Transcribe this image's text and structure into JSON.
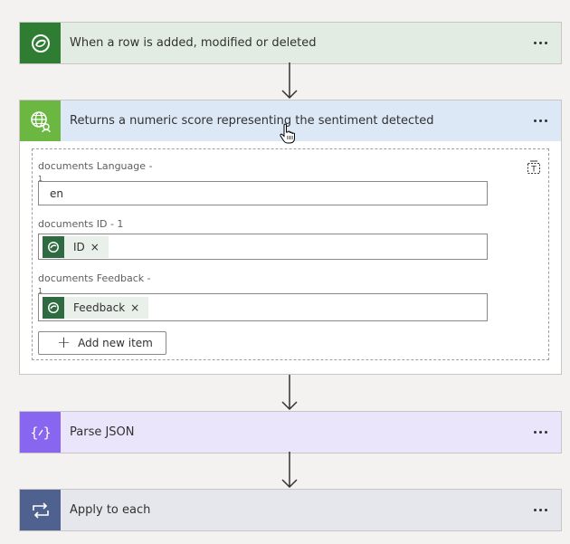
{
  "steps": {
    "trigger": {
      "title": "When a row is added, modified or deleted",
      "icon": "dataverse-icon"
    },
    "sentiment": {
      "title": "Returns a numeric score representing the sentiment detected",
      "icon": "language-globe-icon",
      "fields": {
        "language": {
          "label": "documents Language -",
          "sub": "1",
          "value": "en"
        },
        "id": {
          "label": "documents ID - 1",
          "token": "ID"
        },
        "feedback": {
          "label": "documents Feedback -",
          "sub": "1",
          "token": "Feedback"
        }
      },
      "token_remove": "×",
      "add_label": "Add new item"
    },
    "parse": {
      "title": "Parse JSON",
      "icon": "code-braces-icon"
    },
    "apply": {
      "title": "Apply to each",
      "icon": "loop-icon"
    }
  },
  "colors": {
    "trigger_header": "#e2ece3",
    "trigger_icon": "#2e7d32",
    "sentiment_header": "#dde8f7",
    "sentiment_icon": "#6bb741",
    "parse_header": "#ebe5fb",
    "parse_icon": "#8866f0",
    "apply_header": "#e5e7ec",
    "apply_icon": "#4f628f"
  }
}
